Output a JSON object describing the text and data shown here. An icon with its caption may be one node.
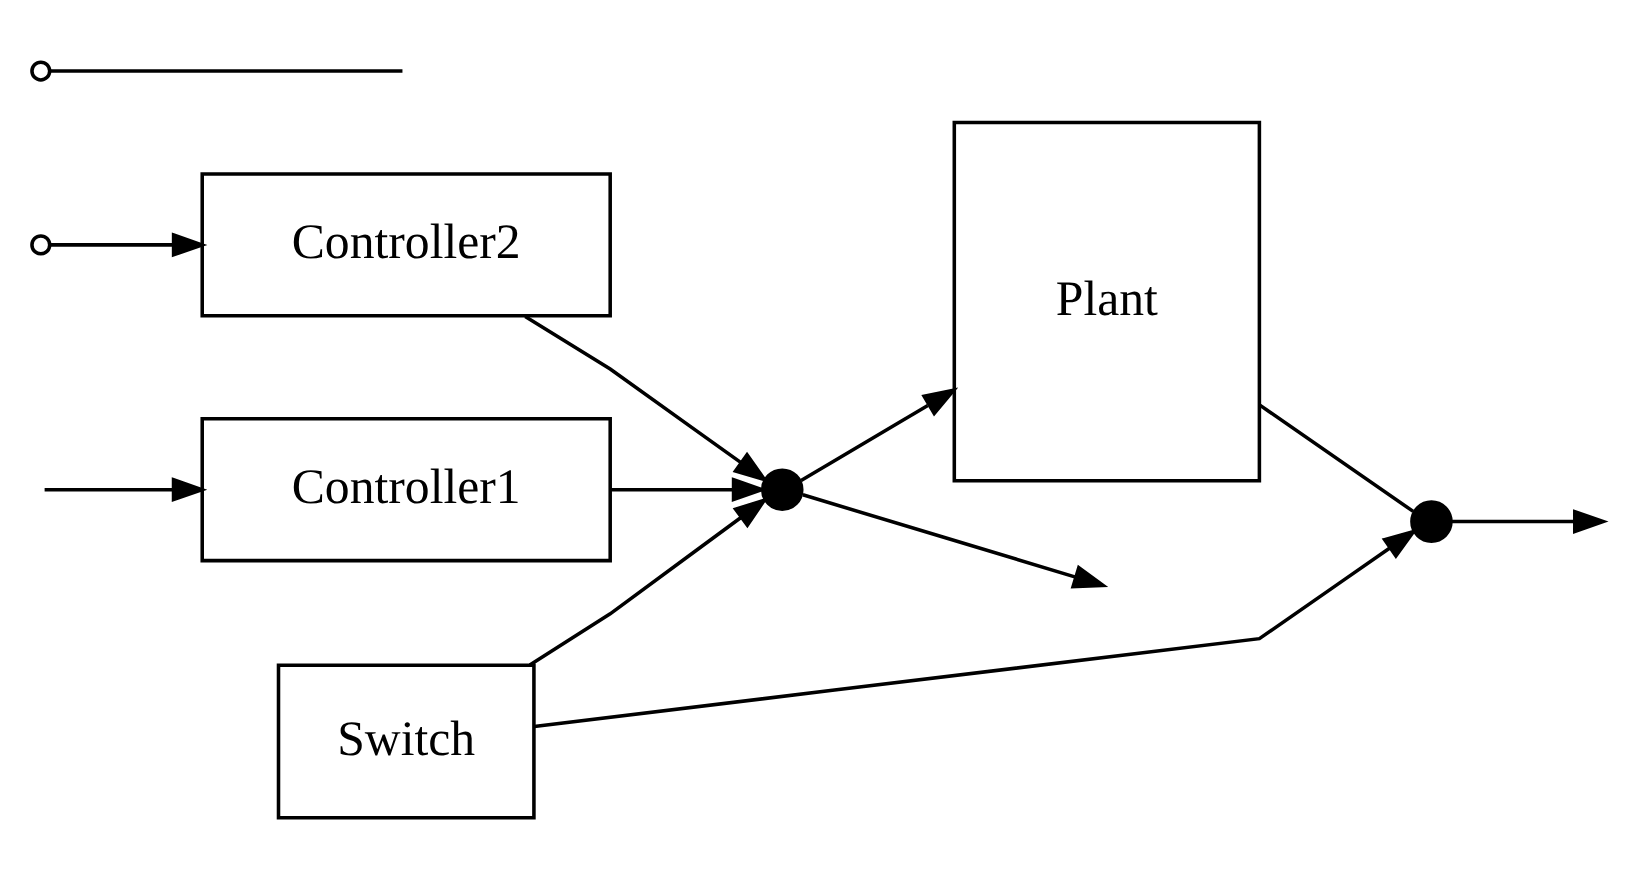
{
  "diagram": {
    "nodes": [
      {
        "text": [
          "Controller1"
        ]
      },
      {
        "text": [
          "Controller2"
        ]
      },
      {
        "text": [
          "Switch"
        ]
      },
      {
        "text": [
          "Plant"
        ]
      },
      {
        "text": [],
        "shape": "circle"
      },
      {
        "text": [],
        "shape": "circle"
      },
      {
        "text": [],
        "shape": "circle"
      },
      {
        "text": [],
        "shape": "circle"
      }
    ],
    "edges": [
      {
        "from": null,
        "to": 0,
        "arrow": "to"
      },
      {
        "from": 0,
        "to": 4,
        "arrow": "to"
      },
      {
        "from": 1,
        "to": 4,
        "arrow": "to"
      },
      {
        "from": 4,
        "to": null,
        "arrow": "to"
      },
      {
        "from": 2,
        "to": 4,
        "arrow": "to"
      },
      {
        "from": 2,
        "to": 5,
        "arrow": "to"
      },
      {
        "from": 4,
        "to": 3,
        "arrow": "to"
      },
      {
        "from": 3,
        "to": 5,
        "arrow": "none"
      },
      {
        "from": 5,
        "to": null,
        "arrow": "to"
      },
      {
        "from": 6,
        "to": null,
        "arrow": "none"
      },
      {
        "from": 7,
        "to": 1,
        "arrow": "to"
      }
    ]
  }
}
